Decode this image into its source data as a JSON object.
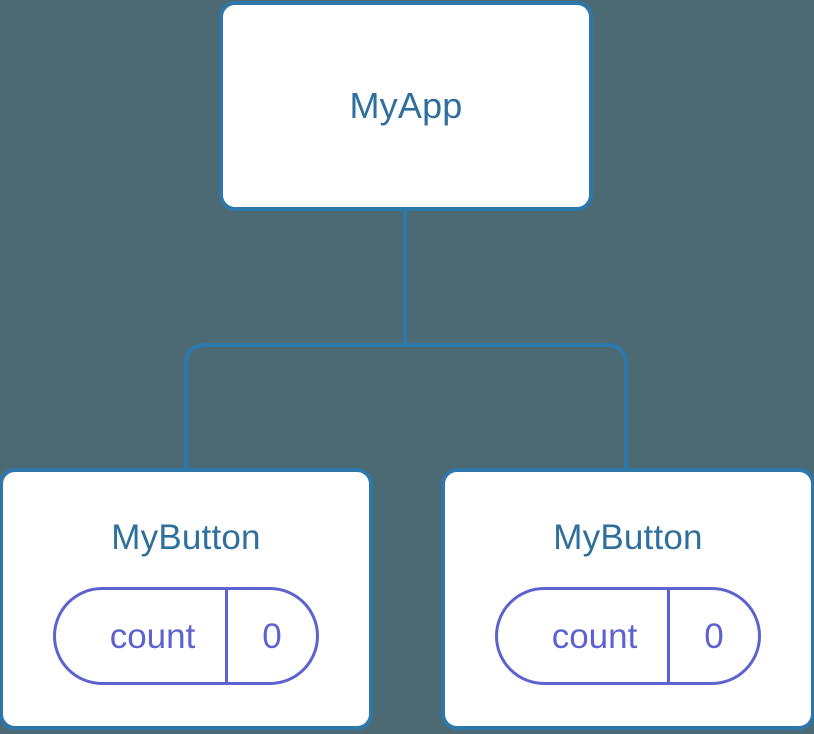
{
  "diagram": {
    "type": "component-tree",
    "background_color": "#4c6a73",
    "node_border_color": "#2e77aa",
    "node_fill_color": "#ffffff",
    "node_title_color": "#2e6f9e",
    "state_pill_color": "#5d62cf",
    "edge_color": "#2e77aa",
    "root": {
      "label": "MyApp"
    },
    "children": [
      {
        "label": "MyButton",
        "state": {
          "key": "count",
          "value": "0"
        }
      },
      {
        "label": "MyButton",
        "state": {
          "key": "count",
          "value": "0"
        }
      }
    ]
  }
}
